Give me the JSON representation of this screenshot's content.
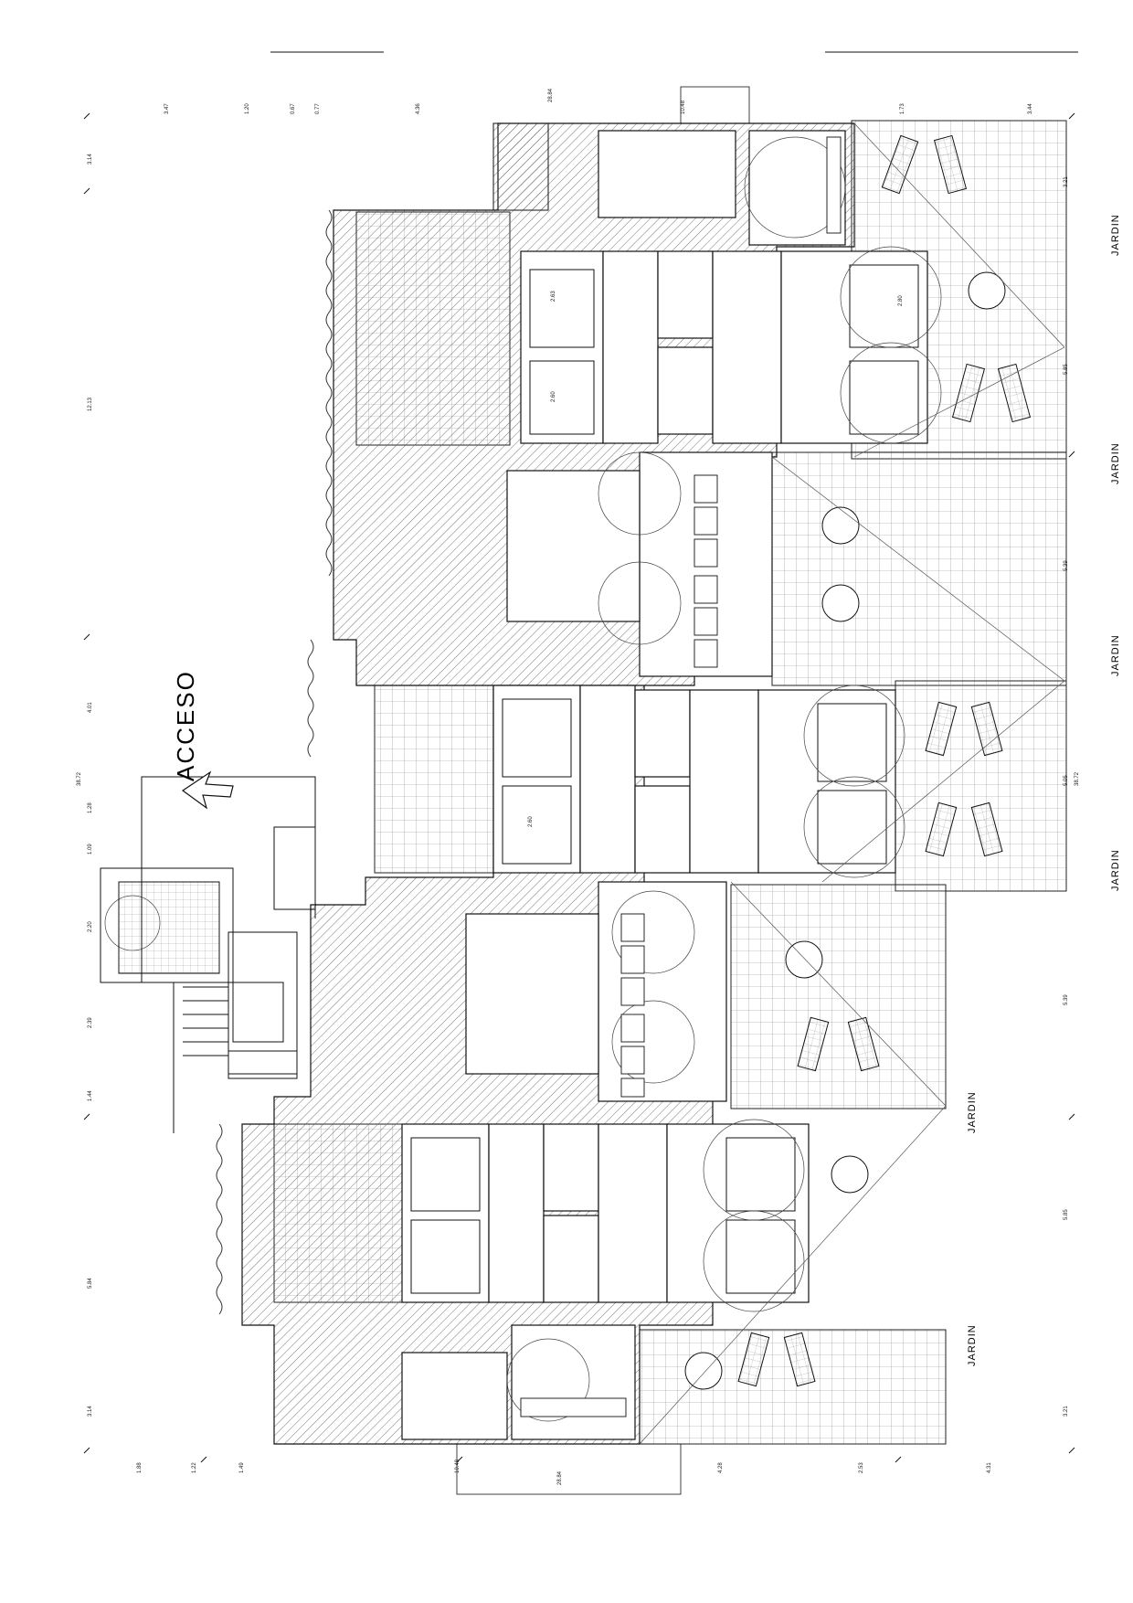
{
  "access_label": "ACCESO",
  "garden_label": "JARDIN",
  "room_areas": {
    "bed_a": "2.63",
    "bed_b": "2.60",
    "bed_c": "2.60",
    "bed_d": "2.80"
  },
  "dimensions": {
    "left": [
      "3.14",
      "12.13",
      "4.01",
      "38.72",
      "1.28",
      "1.09",
      "2.20",
      "2.39",
      "1.44",
      "5.84",
      "3.14"
    ],
    "right": [
      "3.21",
      "5.85",
      "5.39",
      "5.05",
      "38.72",
      "5.39",
      "5.85",
      "3.21"
    ],
    "bottom": [
      "1.88",
      "1.22",
      "1.49",
      "10.48",
      "28.84",
      "4.28",
      "2.53",
      "4.31"
    ],
    "top": [
      "3.47",
      "1.20",
      "0.77",
      "0.67",
      "4.36",
      "28.84",
      "10.48",
      "1.73",
      "3.44"
    ]
  },
  "colors": {
    "line": "#1a1a1a",
    "hatch": "#444444",
    "grid": "#7a7a7a"
  }
}
